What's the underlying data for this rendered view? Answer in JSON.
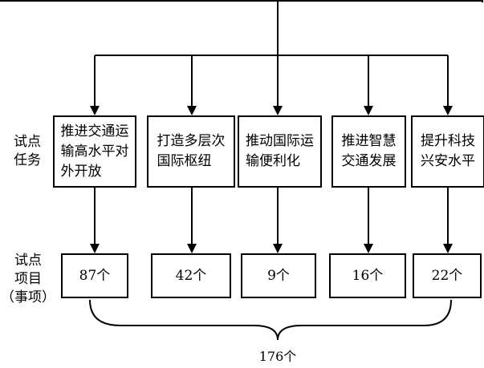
{
  "labels": {
    "task_label": "试点\n任务",
    "project_label": "试点\n项目\n（事项）"
  },
  "tasks": [
    "推进交通运\n输高水平对\n外开放",
    "打造多层次\n国际枢纽",
    "推动国际运\n输便利化",
    "推进智慧\n交通发展",
    "提升科技\n兴安水平"
  ],
  "projects": [
    "87个",
    "42个",
    "9个",
    "16个",
    "22个"
  ],
  "total": "176个"
}
